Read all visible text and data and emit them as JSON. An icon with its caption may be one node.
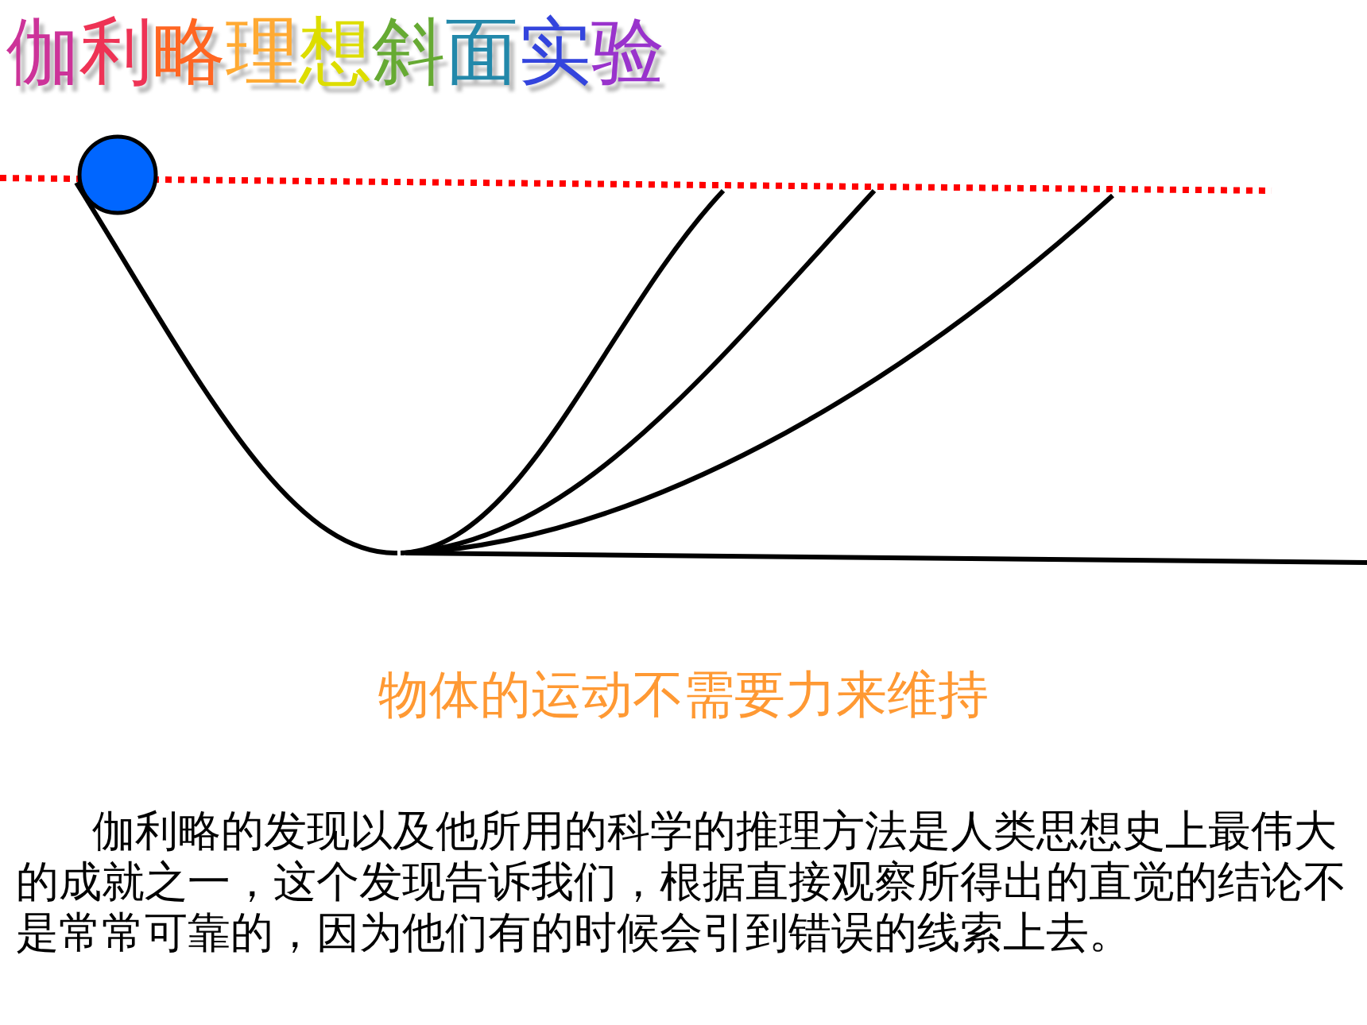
{
  "diagram": {
    "title": "伽利略理想斜面实验",
    "labels": [
      "物体的运动不需要力来维持",
      "伽利略的发现以及他所用的科学的推理方法是人类思想史上最伟大的成就之一，这个发现告诉我们，根据直接观察所得出的直觉的结论不是常常可靠的，因为他们有的时候会引到错误的线索上去。"
    ]
  }
}
